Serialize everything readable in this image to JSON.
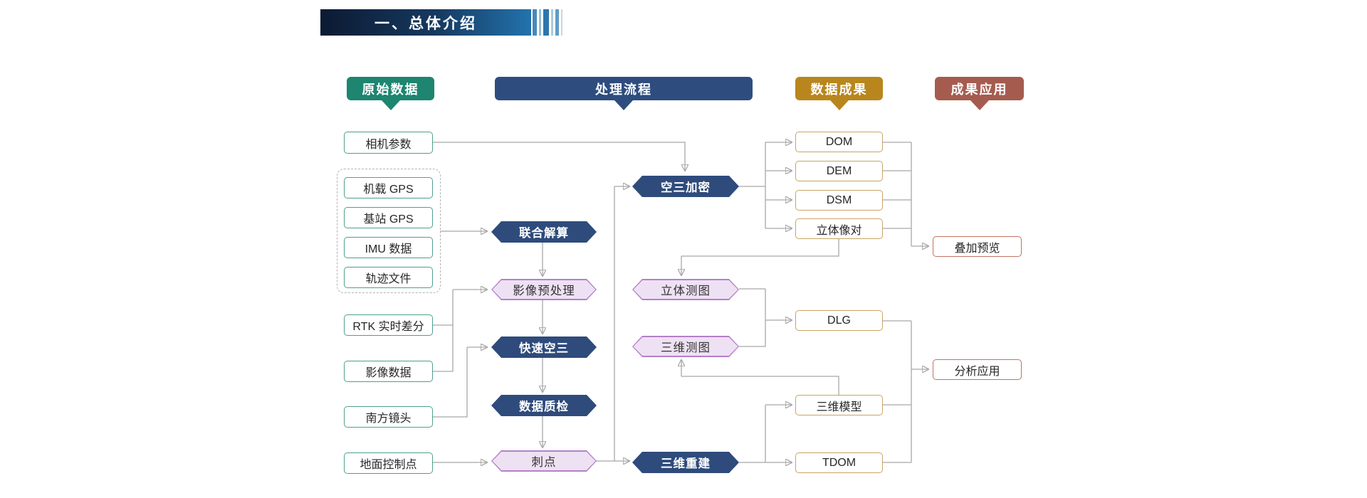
{
  "banner": {
    "title": "一、总体介绍"
  },
  "headers": {
    "raw": {
      "label": "原始数据",
      "color": "#1d8570"
    },
    "process": {
      "label": "处理流程",
      "color": "#2e4d7e"
    },
    "results": {
      "label": "数据成果",
      "color": "#b8861d"
    },
    "application": {
      "label": "成果应用",
      "color": "#a55c4f"
    }
  },
  "nodes": {
    "camera_params": "相机参数",
    "airborne_gps": "机载 GPS",
    "base_gps": "基站 GPS",
    "imu_data": "IMU 数据",
    "track_file": "轨迹文件",
    "rtk": "RTK 实时差分",
    "image_data": "影像数据",
    "south_lens": "南方镜头",
    "gcp": "地面控制点",
    "joint_solution": "联合解算",
    "image_preprocess": "影像预处理",
    "fast_at": "快速空三",
    "data_qc": "数据质检",
    "prick_point": "刺点",
    "at_densify": "空三加密",
    "stereo_mapping": "立体测图",
    "mapping_3d": "三维测图",
    "recon_3d": "三维重建",
    "dom": "DOM",
    "dem": "DEM",
    "dsm": "DSM",
    "stereo_pair": "立体像对",
    "dlg": "DLG",
    "model_3d": "三维模型",
    "tdom": "TDOM",
    "overlay_preview": "叠加预览",
    "analysis_app": "分析应用"
  },
  "colors": {
    "banner_gradient_left": "#0c1a33",
    "banner_gradient_right": "#2273ad",
    "teal_border": "#4f9e8e",
    "gold_border": "#c9a365",
    "red_border": "#c0735f",
    "hex_dark_fill": "#2e4b7c",
    "hex_purple_fill": "#eee1f3",
    "hex_purple_border": "#b67fc8",
    "connector": "#a8a8a8"
  },
  "edges": [
    {
      "from": "camera_params",
      "to": "at_densify"
    },
    {
      "from": "gps_group",
      "to": "joint_solution"
    },
    {
      "from": "rtk",
      "to": "image_preprocess"
    },
    {
      "from": "image_data",
      "to": "image_preprocess"
    },
    {
      "from": "south_lens",
      "to": "fast_at"
    },
    {
      "from": "gcp",
      "to": "prick_point"
    },
    {
      "from": "joint_solution",
      "to": "image_preprocess"
    },
    {
      "from": "image_preprocess",
      "to": "fast_at"
    },
    {
      "from": "fast_at",
      "to": "data_qc"
    },
    {
      "from": "data_qc",
      "to": "prick_point"
    },
    {
      "from": "prick_point",
      "to": "at_densify"
    },
    {
      "from": "prick_point",
      "to": "recon_3d"
    },
    {
      "from": "at_densify",
      "to": "dom"
    },
    {
      "from": "at_densify",
      "to": "dem"
    },
    {
      "from": "at_densify",
      "to": "dsm"
    },
    {
      "from": "at_densify",
      "to": "stereo_pair"
    },
    {
      "from": "stereo_pair",
      "to": "stereo_mapping"
    },
    {
      "from": "stereo_mapping",
      "to": "dlg"
    },
    {
      "from": "mapping_3d",
      "to": "dlg"
    },
    {
      "from": "model_3d",
      "to": "mapping_3d"
    },
    {
      "from": "recon_3d",
      "to": "model_3d"
    },
    {
      "from": "recon_3d",
      "to": "tdom"
    },
    {
      "from": "dom",
      "to": "overlay_preview"
    },
    {
      "from": "dem",
      "to": "overlay_preview"
    },
    {
      "from": "dsm",
      "to": "overlay_preview"
    },
    {
      "from": "stereo_pair",
      "to": "overlay_preview"
    },
    {
      "from": "dlg",
      "to": "analysis_app"
    },
    {
      "from": "model_3d",
      "to": "analysis_app"
    },
    {
      "from": "tdom",
      "to": "analysis_app"
    }
  ]
}
